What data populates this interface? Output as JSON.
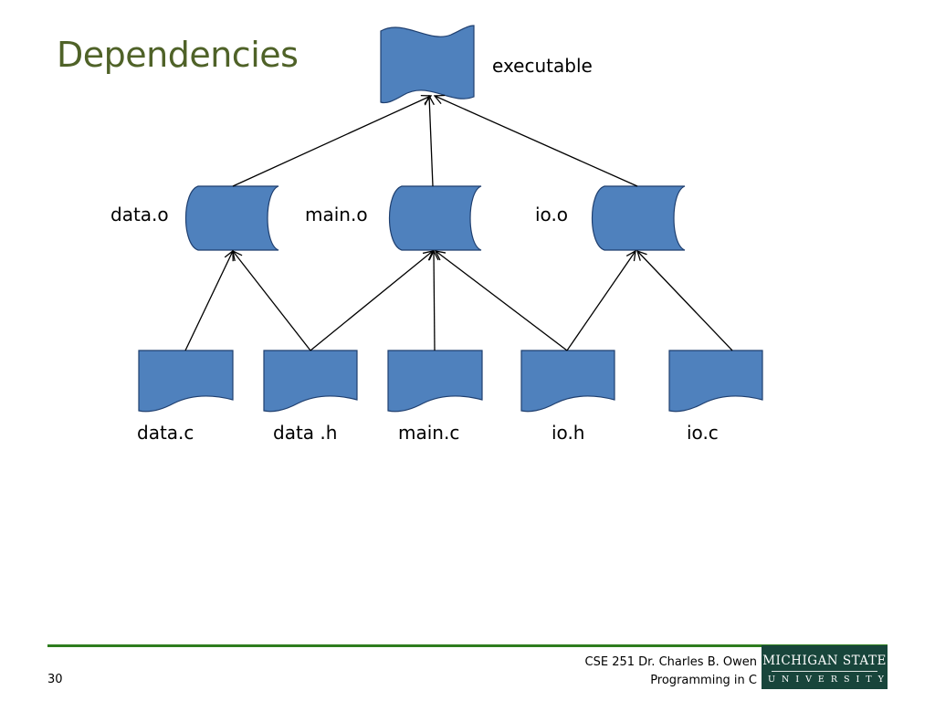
{
  "slide": {
    "title": "Dependencies",
    "number": "30"
  },
  "diagram": {
    "executable": "executable",
    "objects": [
      "data.o",
      "main.o",
      "io.o"
    ],
    "sources": [
      "data.c",
      "data .h",
      "main.c",
      "io.h",
      "io.c"
    ],
    "shape_fill": "#4f81bd",
    "shape_stroke": "#1f3f6f"
  },
  "footer": {
    "line1": "CSE 251 Dr. Charles B. Owen",
    "line2": "Programming in C",
    "logo_line1": "MICHIGAN STATE",
    "logo_line2": "UNIVERSITY",
    "accent": "#2e7d1e",
    "logo_bg": "#18453b"
  }
}
